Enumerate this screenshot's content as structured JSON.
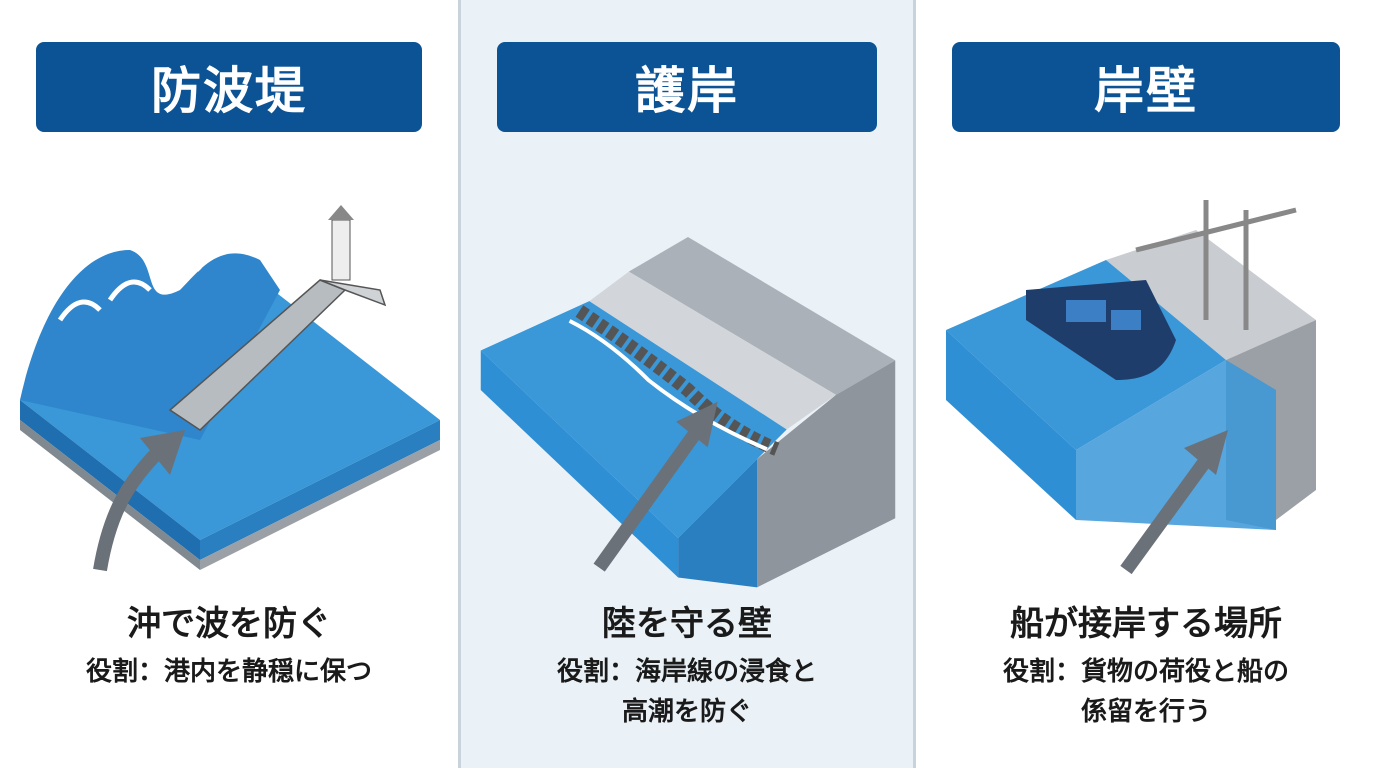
{
  "panels": [
    {
      "heading": "防波堤",
      "title": "沖で波を防ぐ",
      "role_lines": [
        "役割：港内を静穏に保つ"
      ]
    },
    {
      "heading": "護岸",
      "title": "陸を守る壁",
      "role_lines": [
        "役割：海岸線の浸食と",
        "高潮を防ぐ"
      ]
    },
    {
      "heading": "岸壁",
      "title": "船が接岸する場所",
      "role_lines": [
        "役割：貨物の荷役と船の",
        "係留を行う"
      ]
    }
  ],
  "colors": {
    "header": "#0b5394",
    "water": "#2f8fd4",
    "concrete": "#c4c8cc",
    "arrow": "#6b7178"
  }
}
